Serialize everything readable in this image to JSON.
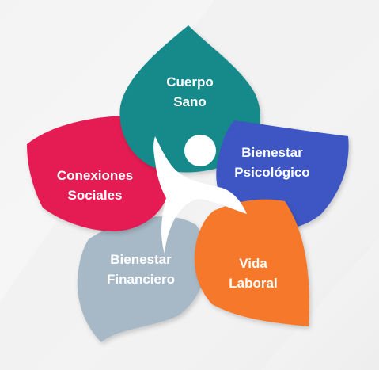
{
  "diagram": {
    "petals": [
      {
        "id": "cuerpo-sano",
        "lines": [
          "Cuerpo",
          "Sano"
        ],
        "color": "#128a8a"
      },
      {
        "id": "bienestar-psicologico",
        "lines": [
          "Bienestar",
          "Psicológico"
        ],
        "color": "#3c57c4"
      },
      {
        "id": "vida-laboral",
        "lines": [
          "Vida",
          "Laboral"
        ],
        "color": "#f6782c"
      },
      {
        "id": "bienestar-financiero",
        "lines": [
          "Bienestar",
          "Financiero"
        ],
        "color": "#a7b9c6"
      },
      {
        "id": "conexiones-sociales",
        "lines": [
          "Conexiones",
          "Sociales"
        ],
        "color": "#e41a52"
      }
    ],
    "center_icon": "person-figure-icon",
    "colors": {
      "background_light": "#f7f7f7",
      "background_shade": "#e9e9e9",
      "figure": "#ffffff"
    }
  }
}
